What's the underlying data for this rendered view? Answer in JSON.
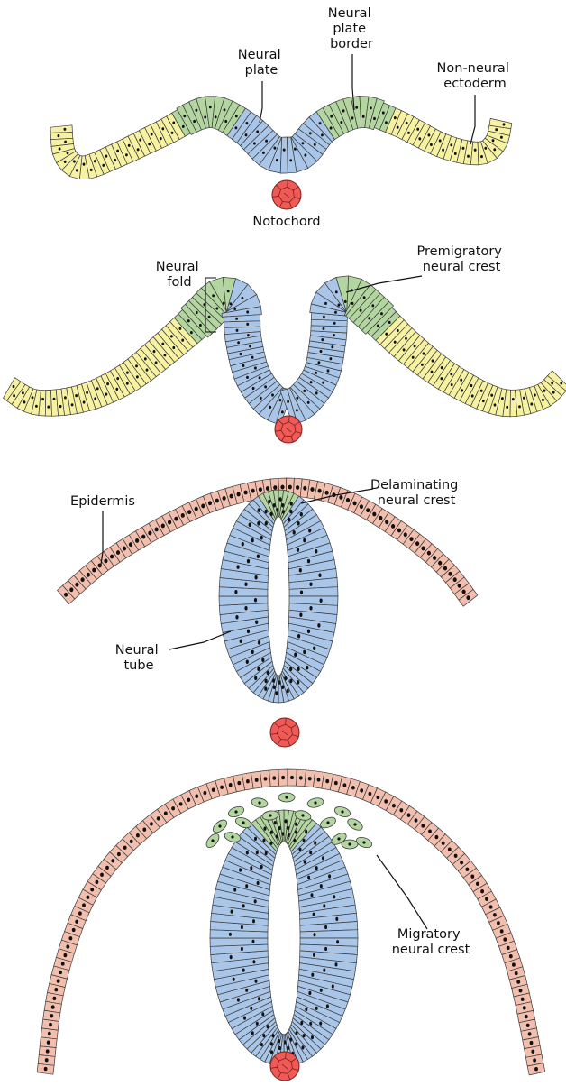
{
  "colors": {
    "non_neural": "#f7f2a2",
    "border_crest": "#b3d6a0",
    "neural": "#a9c6e8",
    "epidermis": "#f2bfae",
    "notochord": "#ef5a56",
    "outline": "#3a3a3a",
    "nucleus": "#111111"
  },
  "panels": [
    {
      "stage": "neural-plate",
      "labels": {
        "neural_plate": [
          "Neural",
          "plate"
        ],
        "neural_plate_border": [
          "Neural",
          "plate",
          "border"
        ],
        "non_neural_ectoderm": [
          "Non-neural",
          "ectoderm"
        ],
        "notochord": [
          "Notochord"
        ]
      }
    },
    {
      "stage": "neural-fold",
      "labels": {
        "neural_fold": [
          "Neural",
          "fold"
        ],
        "premigratory_neural_crest": [
          "Premigratory",
          "neural crest"
        ]
      }
    },
    {
      "stage": "neural-tube",
      "labels": {
        "epidermis": [
          "Epidermis"
        ],
        "delaminating_neural_crest": [
          "Delaminating",
          "neural crest"
        ],
        "neural_tube": [
          "Neural",
          "tube"
        ]
      }
    },
    {
      "stage": "migration",
      "labels": {
        "migratory_neural_crest": [
          "Migratory",
          "neural crest"
        ]
      }
    }
  ]
}
